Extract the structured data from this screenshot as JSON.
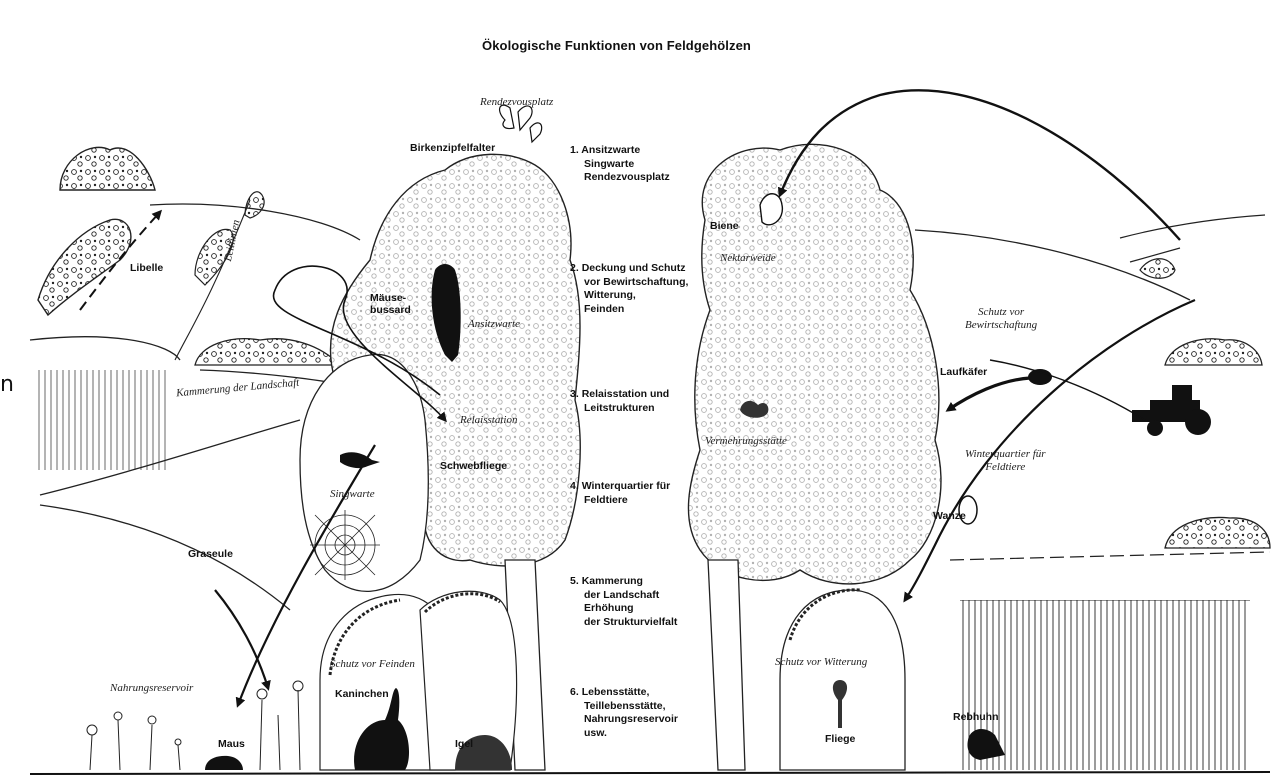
{
  "title": "Ökologische Funktionen von Feldgehölzen",
  "edge_fragment": "n",
  "functions": [
    {
      "num": "1.",
      "lines": [
        "Ansitzwarte",
        "Singwarte",
        "Rendezvousplatz"
      ]
    },
    {
      "num": "2.",
      "lines": [
        "Deckung und Schutz",
        "vor Bewirtschaftung,",
        "Witterung,",
        "Feinden"
      ]
    },
    {
      "num": "3.",
      "lines": [
        "Relaisstation und",
        "Leitstrukturen"
      ]
    },
    {
      "num": "4.",
      "lines": [
        "Winterquartier für",
        "Feldtiere"
      ]
    },
    {
      "num": "5.",
      "lines": [
        "Kammerung",
        "der Landschaft",
        "Erhöhung",
        "der Strukturvielfalt"
      ]
    },
    {
      "num": "6.",
      "lines": [
        "Lebensstätte,",
        "Teillebensstätte,",
        "Nahrungsreservoir",
        "usw."
      ]
    }
  ],
  "animals": {
    "birkenzipfelfalter": "Birkenzipfelfalter",
    "libelle": "Libelle",
    "maeusebussard": "Mäuse-\nbussard",
    "schwebfliege": "Schwebfliege",
    "graseule": "Graseule",
    "maus": "Maus",
    "kaninchen": "Kaninchen",
    "igel": "Igel",
    "biene": "Biene",
    "laufkaefer": "Laufkäfer",
    "wanze": "Wanze",
    "fliege": "Fliege",
    "rebhuhn": "Rebhuhn"
  },
  "annotations": {
    "rendezvousplatz": "Rendezvousplatz",
    "ansitzwarte": "Ansitzwarte",
    "relaisstation": "Relaisstation",
    "singwarte": "Singwarte",
    "leitlinien": "Leitlinien",
    "kammerung": "Kammerung der Landschaft",
    "nahrungsreservoir": "Nahrungsreservoir",
    "schutz_feinden": "Schutz vor Feinden",
    "nektarweide": "Nektarweide",
    "vermehrungsstaette": "Vermehrungsstätte",
    "schutz_bewirtschaftung": "Schutz vor\nBewirtschaftung",
    "winterquartier": "Winterquartier für\nFeldtiere",
    "schutz_witterung": "Schutz vor Witterung"
  }
}
